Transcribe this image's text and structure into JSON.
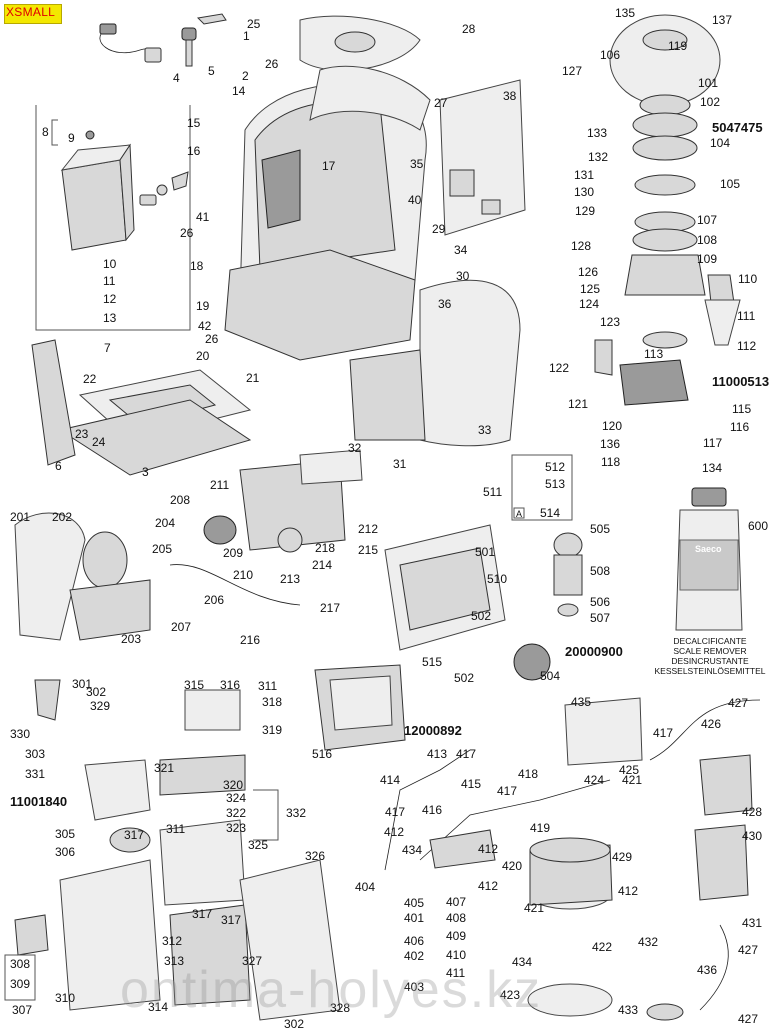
{
  "badge": "XSMALL",
  "bold_codes": [
    "5047475",
    "11000513",
    "20000900",
    "12000892",
    "11001840"
  ],
  "bottle": {
    "number": "600",
    "brand": "Saeco",
    "lines": [
      "DECALCIFICANTE",
      "SCALE REMOVER",
      "DESINCRUSTANTE",
      "KESSELSTEINLÖSEMITTEL"
    ]
  },
  "box_a_letter": "A",
  "watermark": "ontima-holyes.kz",
  "labels": [
    "1",
    "2",
    "3",
    "4",
    "5",
    "6",
    "7",
    "8",
    "9",
    "10",
    "11",
    "12",
    "13",
    "14",
    "15",
    "16",
    "17",
    "18",
    "19",
    "20",
    "21",
    "22",
    "23",
    "24",
    "25",
    "26",
    "26",
    "26",
    "27",
    "28",
    "29",
    "30",
    "31",
    "32",
    "33",
    "34",
    "35",
    "36",
    "38",
    "40",
    "41",
    "42",
    "101",
    "102",
    "104",
    "105",
    "106",
    "107",
    "108",
    "109",
    "110",
    "111",
    "112",
    "113",
    "115",
    "116",
    "117",
    "118",
    "119",
    "120",
    "121",
    "122",
    "123",
    "124",
    "125",
    "126",
    "127",
    "128",
    "129",
    "130",
    "131",
    "132",
    "133",
    "134",
    "135",
    "136",
    "137",
    "201",
    "202",
    "203",
    "204",
    "205",
    "206",
    "207",
    "208",
    "209",
    "210",
    "211",
    "212",
    "213",
    "214",
    "215",
    "216",
    "217",
    "218",
    "301",
    "302",
    "302",
    "303",
    "305",
    "306",
    "307",
    "308",
    "309",
    "310",
    "311",
    "311",
    "312",
    "313",
    "314",
    "315",
    "316",
    "317",
    "317",
    "317",
    "318",
    "319",
    "320",
    "321",
    "322",
    "323",
    "324",
    "325",
    "326",
    "327",
    "328",
    "329",
    "330",
    "331",
    "332",
    "401",
    "402",
    "403",
    "404",
    "405",
    "406",
    "407",
    "408",
    "409",
    "410",
    "411",
    "412",
    "412",
    "412",
    "412",
    "413",
    "414",
    "415",
    "416",
    "417",
    "417",
    "417",
    "417",
    "418",
    "419",
    "420",
    "421",
    "421",
    "422",
    "423",
    "424",
    "425",
    "426",
    "427",
    "427",
    "427",
    "428",
    "429",
    "430",
    "431",
    "432",
    "433",
    "434",
    "434",
    "435",
    "436",
    "501",
    "502",
    "502",
    "504",
    "505",
    "506",
    "507",
    "508",
    "510",
    "511",
    "512",
    "513",
    "514",
    "515",
    "516"
  ]
}
